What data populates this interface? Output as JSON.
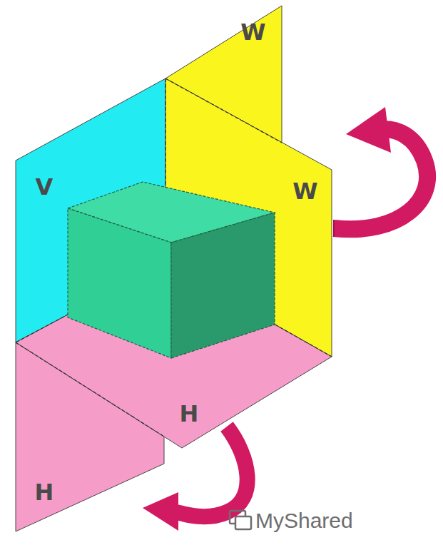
{
  "diagram": {
    "labels": [
      "W",
      "V",
      "W",
      "H",
      "H",
      "MyShared"
    ]
  }
}
